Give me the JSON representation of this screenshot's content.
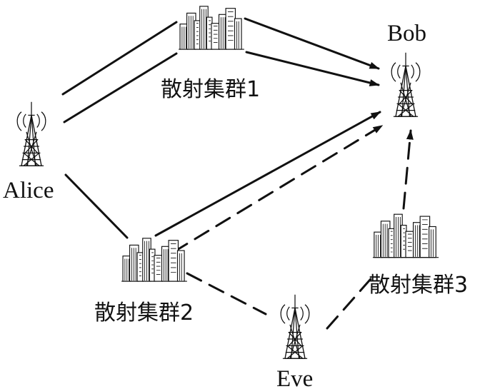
{
  "nodes": {
    "alice": "Alice",
    "bob": "Bob",
    "eve": "Eve"
  },
  "clusters": {
    "c1": "散射集群1",
    "c2": "散射集群2",
    "c3": "散射集群3"
  },
  "icons": {
    "tower": "radio-tower-icon",
    "building": "city-buildings-icon"
  },
  "colors": {
    "ink": "#111111",
    "background": "#ffffff"
  }
}
